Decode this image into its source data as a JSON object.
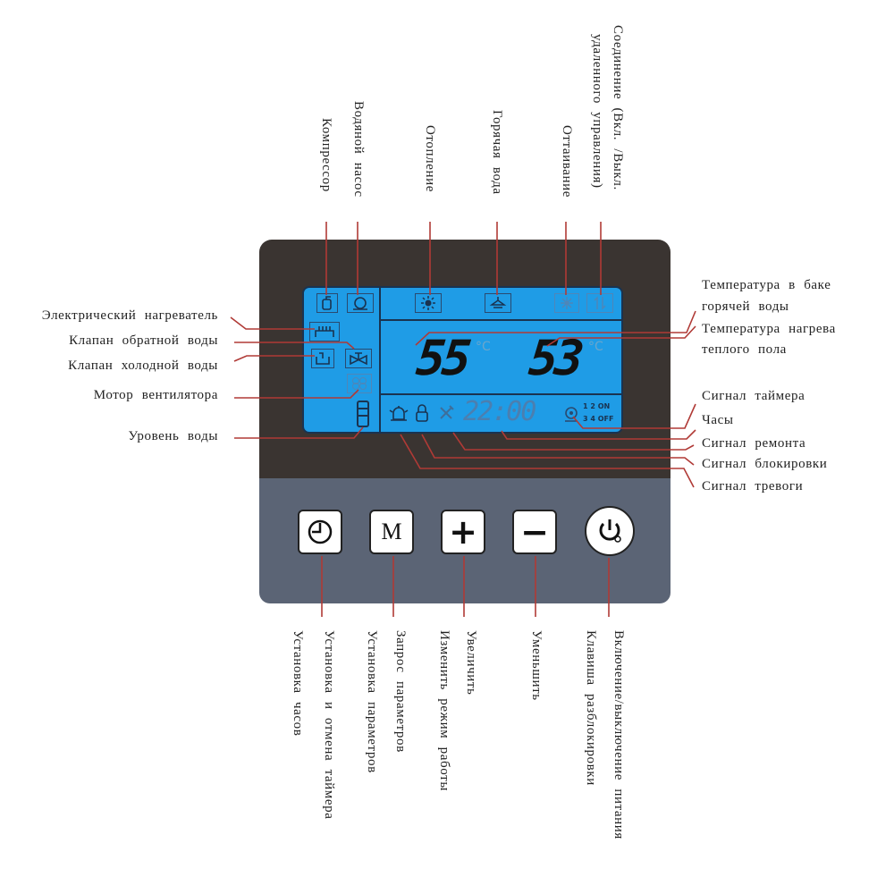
{
  "top_labels": {
    "compressor": "Компрессор",
    "water_pump": "Водяной насос",
    "heating": "Отопление",
    "hot_water": "Горячая вода",
    "defrost": "Оттаивание",
    "remote_line1": "Соединение (Вкл. /Выкл.",
    "remote_line2": "удаленного управления)"
  },
  "left_labels": {
    "electric_heater": "Электрический нагреватель",
    "return_valve": "Клапан обратной воды",
    "cold_valve": "Клапан холодной воды",
    "fan_motor": "Мотор вентилятора",
    "water_level": "Уровень воды"
  },
  "right_labels": {
    "tank_temp_line1": "Температура в баке",
    "tank_temp_line2": "горячей воды",
    "floor_temp_line1": "Температура нагрева",
    "floor_temp_line2": "теплого пола",
    "timer_signal": "Сигнал таймера",
    "clock": "Часы",
    "repair_signal": "Сигнал ремонта",
    "lock_signal": "Сигнал блокировки",
    "alarm_signal": "Сигнал тревоги"
  },
  "lcd": {
    "temp1": "55",
    "temp2": "53",
    "unit": "°C",
    "time": "22:00",
    "timer_row1": "1 2 ON",
    "timer_row2": "3 4 OFF"
  },
  "buttons": {
    "mode_label": "M",
    "plus_label": "+",
    "minus_label": "−"
  },
  "bottom_labels": {
    "clock_set": "Установка часов",
    "timer_set": "Установка и отмена таймера",
    "param_set": "Установка параметров",
    "param_query": "Запрос параметров",
    "mode_change": "Изменить режим работы",
    "increase": "Увеличить",
    "decrease": "Уменьшить",
    "unlock": "Клавиша разблокировки",
    "power": "Включение/выключение питания"
  },
  "colors": {
    "lcd": "#1f9ce6",
    "leader": "#b03a36",
    "panel_top": "#3a3431",
    "panel_bottom": "#5b6475"
  }
}
